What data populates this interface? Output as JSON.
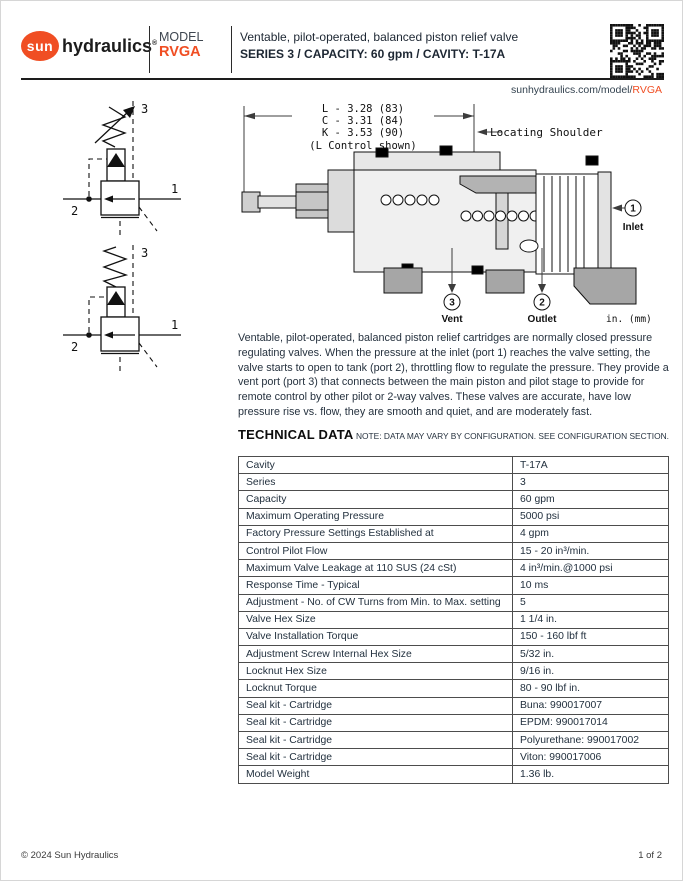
{
  "header": {
    "logo_sun": "sun",
    "logo_hydraulics": "hydraulics",
    "logo_reg": "®",
    "model_label": "MODEL",
    "model_value": "RVGA",
    "title_line1": "Ventable, pilot-operated, balanced piston relief valve",
    "title_line2": "SERIES 3 / CAPACITY: 60 gpm / CAVITY: T-17A",
    "url_prefix": "sunhydraulics.com/model/",
    "url_model": "RVGA"
  },
  "colors": {
    "accent_orange": "#f04e23",
    "text_navy": "#26323f"
  },
  "schematic": {
    "port1": "1",
    "port2": "2",
    "port3": "3"
  },
  "drawing": {
    "dims": [
      "L - 3.28 (83)",
      "C - 3.31 (84)",
      "K - 3.53 (90)"
    ],
    "dims_note": "(L Control shown)",
    "locating_shoulder": "Locating Shoulder",
    "port_inlet_num": "1",
    "port_inlet_label": "Inlet",
    "port_outlet_num": "2",
    "port_outlet_label": "Outlet",
    "port_vent_num": "3",
    "port_vent_label": "Vent",
    "units": "in. (mm)"
  },
  "description": "Ventable, pilot-operated, balanced piston relief cartridges are normally closed pressure regulating valves. When the pressure at the inlet (port 1) reaches the valve setting, the valve starts to open to tank (port 2), throttling flow to regulate the pressure. They provide a vent port (port 3) that connects between the main piston and pilot stage to provide for remote control by other pilot or 2-way valves. These valves are accurate, have low pressure rise vs. flow, they are smooth and quiet, and are moderately fast.",
  "technical_data": {
    "heading": "TECHNICAL DATA",
    "note": "NOTE: DATA MAY VARY BY CONFIGURATION. SEE CONFIGURATION SECTION.",
    "rows": [
      {
        "label": "Cavity",
        "value": "T-17A"
      },
      {
        "label": "Series",
        "value": "3"
      },
      {
        "label": "Capacity",
        "value": "60 gpm"
      },
      {
        "label": "Maximum Operating Pressure",
        "value": "5000 psi"
      },
      {
        "label": "Factory Pressure Settings Established at",
        "value": "4 gpm"
      },
      {
        "label": "Control Pilot Flow",
        "value": "15 - 20 in³/min."
      },
      {
        "label": "Maximum Valve Leakage at 110 SUS (24 cSt)",
        "value": "4 in³/min.@1000 psi"
      },
      {
        "label": "Response Time - Typical",
        "value": "10 ms"
      },
      {
        "label": "Adjustment - No. of CW Turns from Min. to Max. setting",
        "value": "5"
      },
      {
        "label": "Valve Hex Size",
        "value": "1 1/4 in."
      },
      {
        "label": "Valve Installation Torque",
        "value": "150 - 160 lbf ft"
      },
      {
        "label": "Adjustment Screw Internal Hex Size",
        "value": "5/32 in."
      },
      {
        "label": "Locknut Hex Size",
        "value": "9/16 in."
      },
      {
        "label": "Locknut Torque",
        "value": "80 - 90 lbf in."
      },
      {
        "label": "Seal kit - Cartridge",
        "value": "Buna: 990017007"
      },
      {
        "label": "Seal kit - Cartridge",
        "value": "EPDM: 990017014"
      },
      {
        "label": "Seal kit - Cartridge",
        "value": "Polyurethane: 990017002"
      },
      {
        "label": "Seal kit - Cartridge",
        "value": "Viton: 990017006"
      },
      {
        "label": "Model Weight",
        "value": "1.36 lb."
      }
    ]
  },
  "footer": {
    "copyright": "© 2024 Sun Hydraulics",
    "page": "1 of 2"
  }
}
